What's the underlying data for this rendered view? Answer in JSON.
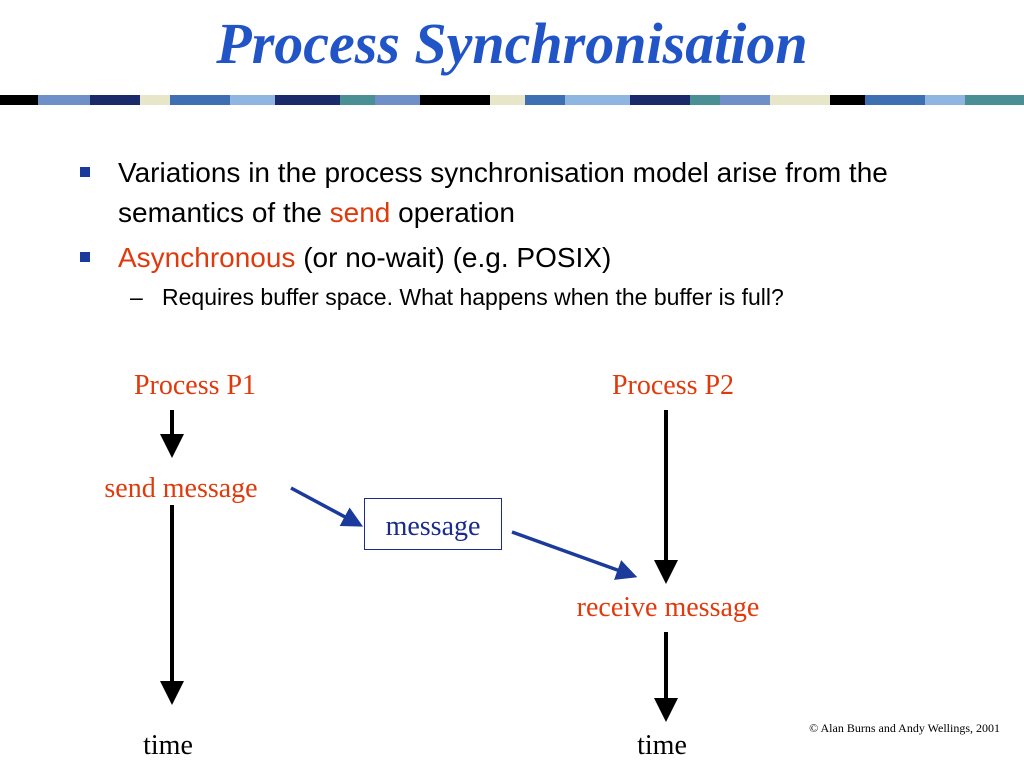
{
  "slide": {
    "title": "Process Synchronisation",
    "bullets": [
      {
        "parts": [
          "Variations in the process synchronisation model arise from the semantics of the ",
          "send",
          " operation"
        ]
      },
      {
        "parts": [
          "Asynchronous",
          " (or no-wait) (e.g. POSIX)"
        ],
        "sub": "Requires buffer space. What happens when the buffer is full?"
      }
    ],
    "sub_dash": "–",
    "footer": "© Alan Burns and Andy Wellings, 2001"
  },
  "diagram": {
    "process_p1": "Process P1",
    "process_p2": "Process P2",
    "send_label": "send message",
    "message_label": "message",
    "receive_label": "receive message",
    "time_left": "time",
    "time_right": "time"
  },
  "colors": {
    "title": "#2154c7",
    "highlight": "#e03a0c",
    "message_box": "#1a2b8c",
    "bullet_mark": "#1a3a9c"
  }
}
